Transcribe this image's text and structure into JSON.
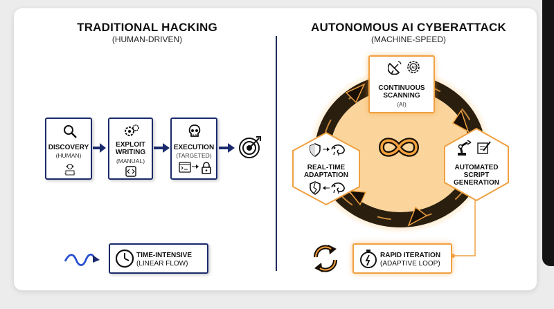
{
  "left": {
    "title": "TRADITIONAL HACKING",
    "subtitle": "(HUMAN-DRIVEN)",
    "steps": [
      {
        "label": "DISCOVERY",
        "sub": "(HUMAN)"
      },
      {
        "label": "EXPLOIT\nWRITING",
        "sub": "(MANUAL)"
      },
      {
        "label": "EXECUTION",
        "sub": "(TARGETED)"
      }
    ],
    "summary": {
      "label": "TIME-INTENSIVE",
      "sub": "(LINEAR FLOW)"
    }
  },
  "right": {
    "title": "AUTONOMOUS AI CYBERATTACK",
    "subtitle": "(MACHINE-SPEED)",
    "nodes": {
      "scanning": {
        "label": "CONTINUOUS\nSCANNING",
        "sub": "(AI)",
        "badge": "AI"
      },
      "script": {
        "label": "AUTOMATED\nSCRIPT\nGENERATION"
      },
      "adaptation": {
        "label": "REAL-TIME\nADAPTATION"
      }
    },
    "summary": {
      "label": "RAPID ITERATION",
      "sub": "(ADAPTIVE LOOP)"
    }
  },
  "colors": {
    "navy": "#1a2a6c",
    "orange": "#f0a040",
    "ring": "#2a1e0e"
  },
  "icons": [
    "magnifier-icon",
    "hacker-icon",
    "gears-icon",
    "code-icon",
    "skull-icon",
    "terminal-icon",
    "lock-icon",
    "target-icon",
    "wave-icon",
    "clock-icon",
    "satellite-dish-icon",
    "ai-chip-icon",
    "robot-arm-icon",
    "pen-tablet-icon",
    "shield-icon",
    "chameleon-icon",
    "broken-shield-icon",
    "infinity-icon",
    "cycle-icon",
    "stopwatch-icon"
  ]
}
